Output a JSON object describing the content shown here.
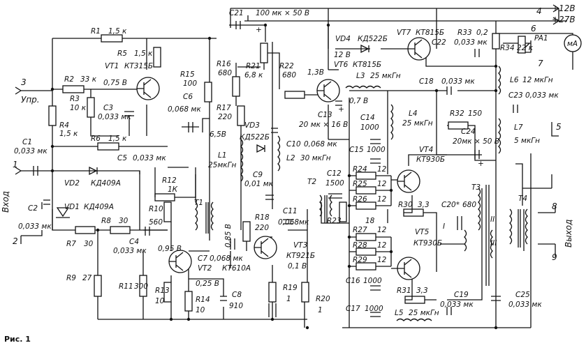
{
  "figure_caption": "Рис. 1",
  "labels": {
    "r1": "R1",
    "r1v": "1,5 к",
    "r2": "R2",
    "r2v": "33 к",
    "r3": "R3",
    "r3v": "10 к",
    "r4": "R4",
    "r4v": "1,5 к",
    "r5": "R5",
    "r5v": "1,5 к",
    "r6": "R6",
    "r6v": "1,5 к",
    "r7": "R7",
    "r7v": "30",
    "r8": "R8",
    "r8v": "30",
    "r9": "R9",
    "r9v": "27",
    "r10": "R10",
    "r10v": "560",
    "r11": "R11",
    "r11v": "300",
    "r12": "R12",
    "r12v": "1К",
    "r13": "R13",
    "r13v": "10",
    "r14": "R14",
    "r14v": "10",
    "r15": "R15",
    "r15v": "100",
    "r16": "R16",
    "r16v": "680",
    "r17": "R17",
    "r17v": "220",
    "r18": "R18",
    "r18v": "220",
    "r19": "R19",
    "r19v": "1",
    "r20": "R20",
    "r20v": "1",
    "r21": "R21",
    "r21v": "6,8 к",
    "r22": "R22",
    "r22v": "680",
    "r23": "R23",
    "r23v": "18",
    "r24": "R24",
    "r25": "R25",
    "r26": "R26",
    "r27": "R27",
    "r28": "R28",
    "r29": "R29",
    "r24v": "12",
    "r30": "R30",
    "r30v": "3,3",
    "r31": "R31",
    "r31v": "3,3",
    "r32": "R32",
    "r32v": "150",
    "r33": "R33",
    "r33v": "0,2",
    "r34": "R34",
    "r34v": "22 к",
    "c1": "C1",
    "c1v": "0,033 мк",
    "c2": "C2",
    "c2v": "0,033 мк",
    "c3": "C3",
    "c3v": "0,033 мк",
    "c4": "C4",
    "c4v": "0,033 мк",
    "c5": "C5",
    "c5v": "0,033 мк",
    "c6": "C6",
    "c6v": "0,068 мк",
    "c7": "C7",
    "c7v": "0,068 мк",
    "c8": "C8",
    "c8v": "910",
    "c9": "C9",
    "c9v": "0,01 мк",
    "c10": "C10",
    "c10v": "0,068 мк",
    "c11": "C11",
    "c11v": "0,068мк",
    "c12": "C12",
    "c12v": "1500",
    "c13": "C13",
    "c13v": "20 мк × 16 В",
    "c14": "C14",
    "c14v": "1000",
    "c15": "C15",
    "c15v": "1000",
    "c16": "C16",
    "c16v": "1000",
    "c17": "C17",
    "c17v": "1000",
    "c18": "C18",
    "c18v": "0,033 мк",
    "c19": "C19",
    "c19v": "0,033 мк",
    "c20": "C20*",
    "c20v": "680",
    "c21": "C21",
    "c21v": "100 мк × 50 В",
    "c22": "C22",
    "c22v": "0,033 мк",
    "c23": "C23",
    "c23v": "0,033 мк",
    "c24": "C24",
    "c24v": "20мк × 50 В",
    "c25": "C25",
    "c25v": "0,033 мк",
    "l1": "L1",
    "l1v": "25мкГн",
    "l2": "L2",
    "l2v": "30 мкГн",
    "l3": "L3",
    "l3v": "25 мкГн",
    "l4": "L4",
    "l4v": "25 мкГн",
    "l5": "L5",
    "l5v": "25 мкГн",
    "l6": "L6",
    "l6v": "12 мкГн",
    "l7": "L7",
    "l7v": "5 мкГн",
    "vt1": "VT1",
    "vt1t": "КТ315Б",
    "vt2": "VT2",
    "vt2t": "КТ610А",
    "vt3": "VT3",
    "vt3t": "КТ921Б",
    "vt4": "VT4",
    "vt4t": "КТ930Б",
    "vt5": "VT5",
    "vt5t": "КТ930Б",
    "vt6": "VT6",
    "vt6t": "КТ815Б",
    "vt7": "VT7",
    "vt7t": "КТ815Б",
    "vd1": "VD1",
    "vd1t": "КД409А",
    "vd2": "VD2",
    "vd2t": "КД409А",
    "vd3": "VD3",
    "vd3t": "КД522Б",
    "vd4": "VD4",
    "vd4t": "КД522Б",
    "t1": "T1",
    "t2": "T2",
    "t3": "T3",
    "t4": "T4",
    "t3_1": "I",
    "t3_2": "II",
    "t3_3": "III",
    "pa1": "PA1",
    "ma": "мА",
    "v075": "0,75 В",
    "v65": "6,5В",
    "v095": "0,95 В",
    "v025": "0,25 В",
    "v085": "0,85 В",
    "v01": "0,1 В",
    "v13": "1,3В",
    "v12": "12 В",
    "v07": "0,7 В",
    "v12p": "+12В",
    "v27p": "+27В",
    "p1": "1",
    "p2": "2",
    "p3": "3",
    "p4": "4",
    "p5": "5",
    "p6": "6",
    "p7": "7",
    "p8": "8",
    "p9": "9",
    "vhod": "Вход",
    "vyhod": "Выход",
    "upr": "Упр.",
    "plus": "+"
  }
}
